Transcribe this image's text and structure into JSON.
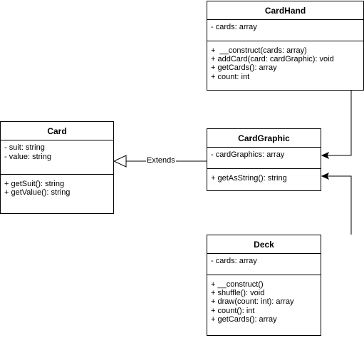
{
  "classes": {
    "card_hand": {
      "name": "CardHand",
      "attributes": [
        "- cards: array"
      ],
      "methods": [
        "+  __construct(cards: array)",
        "+ addCard(card: cardGraphic): void",
        "+ getCards(): array",
        "+ count: int"
      ]
    },
    "card": {
      "name": "Card",
      "attributes": [
        "- suit: string",
        "- value: string"
      ],
      "methods": [
        "+ getSuit(): string",
        "+ getValue(): string"
      ]
    },
    "card_graphic": {
      "name": "CardGraphic",
      "attributes": [
        "- cardGraphics: array"
      ],
      "methods": [
        "+ getAsString(): string"
      ]
    },
    "deck": {
      "name": "Deck",
      "attributes": [
        "- cards: array"
      ],
      "methods": [
        "+ __construct()",
        "+ shuffle(): void",
        "+ draw(count: int): array",
        "+ count(): int",
        "+ getCards(): array"
      ]
    }
  },
  "relations": {
    "extends_label": "Extends"
  }
}
